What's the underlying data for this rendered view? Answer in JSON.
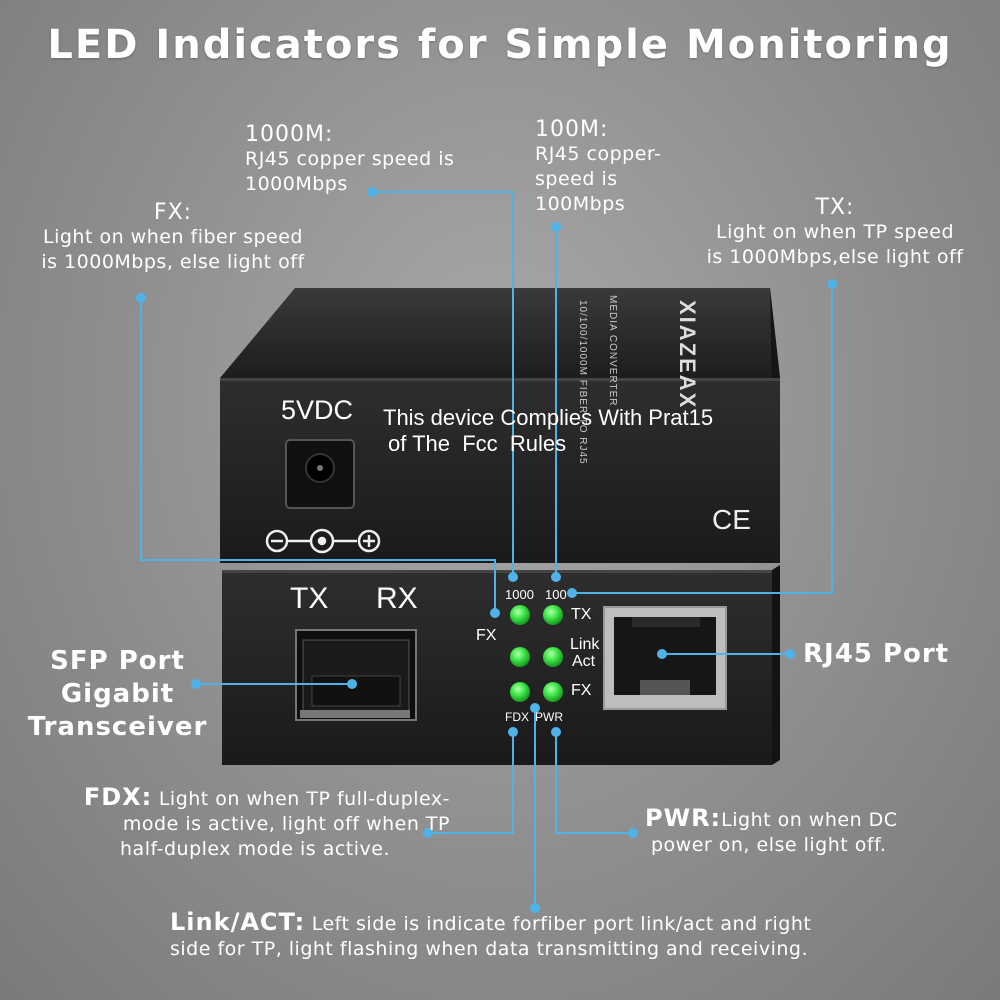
{
  "title": "LED Indicators for Simple Monitoring",
  "annotations": {
    "m1000": {
      "head": "1000M:",
      "lines": [
        "RJ45 copper speed is",
        "1000Mbps"
      ]
    },
    "m100": {
      "head": "100M:",
      "lines": [
        "RJ45 copper-",
        "speed is",
        "100Mbps"
      ]
    },
    "fx": {
      "head": "FX:",
      "lines": [
        "Light on when fiber speed",
        "is 1000Mbps, else light off"
      ]
    },
    "tx": {
      "head": "TX:",
      "lines": [
        "Light on when TP speed",
        "is 1000Mbps,else light off"
      ]
    },
    "sfp": {
      "lines": [
        "SFP Port",
        "Gigabit",
        "Transceiver"
      ]
    },
    "rj45": {
      "text": "RJ45 Port"
    },
    "fdx": {
      "head": "FDX:",
      "lines": [
        "Light on when TP full-duplex-",
        "mode is active, light off when TP",
        "half-duplex mode is active."
      ]
    },
    "pwr": {
      "head": "PWR:",
      "lines": [
        "Light on when DC",
        "power on, else light off."
      ]
    },
    "linkact": {
      "head": "Link/ACT:",
      "lines": [
        "Left side is indicate forfiber port link/act and right",
        "side for TP, light flashing when data transmitting and receiving."
      ]
    }
  },
  "device": {
    "brand": "XIAZEAX",
    "top_label_1": "MEDIA CONVERTER",
    "top_label_2": "10/100/1000M FIBER TO RJ45",
    "power_label": "5VDC",
    "fcc_line1": "This device Complies With Prat15",
    "fcc_line2": "of The  Fcc  Rules",
    "ce_mark": "CE",
    "port_tx": "TX",
    "port_rx": "RX",
    "led_1000": "1000",
    "led_100": "100",
    "led_tx": "TX",
    "led_fx_left": "FX",
    "led_link": "Link",
    "led_act": "Act",
    "led_fx_right": "FX",
    "led_fdx": "FDX",
    "led_pwr": "PWR"
  },
  "colors": {
    "line": "#4fb3e8",
    "led": "#3ee84a",
    "device_body": "#2b2b2b",
    "device_front": "#222222"
  }
}
